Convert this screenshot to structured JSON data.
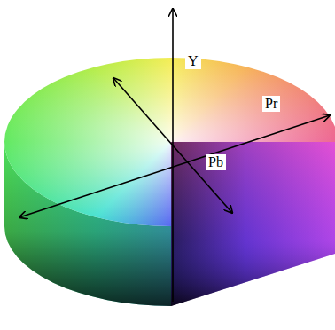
{
  "diagram": {
    "labels": [
      "Y",
      "Pr",
      "Pb"
    ]
  }
}
